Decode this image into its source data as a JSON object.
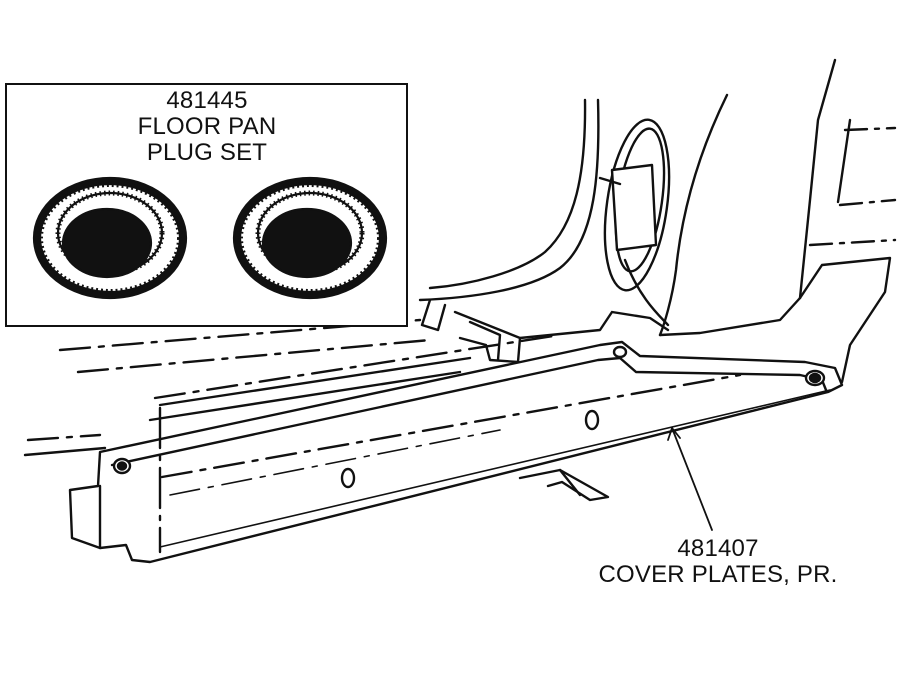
{
  "callouts": {
    "plug_set": {
      "part_number": "481445",
      "line1": "FLOOR PAN",
      "line2": "PLUG SET"
    },
    "cover_plates": {
      "part_number": "481407",
      "line1": "COVER PLATES, PR."
    }
  },
  "colors": {
    "ink": "#111111",
    "paper": "#ffffff"
  }
}
